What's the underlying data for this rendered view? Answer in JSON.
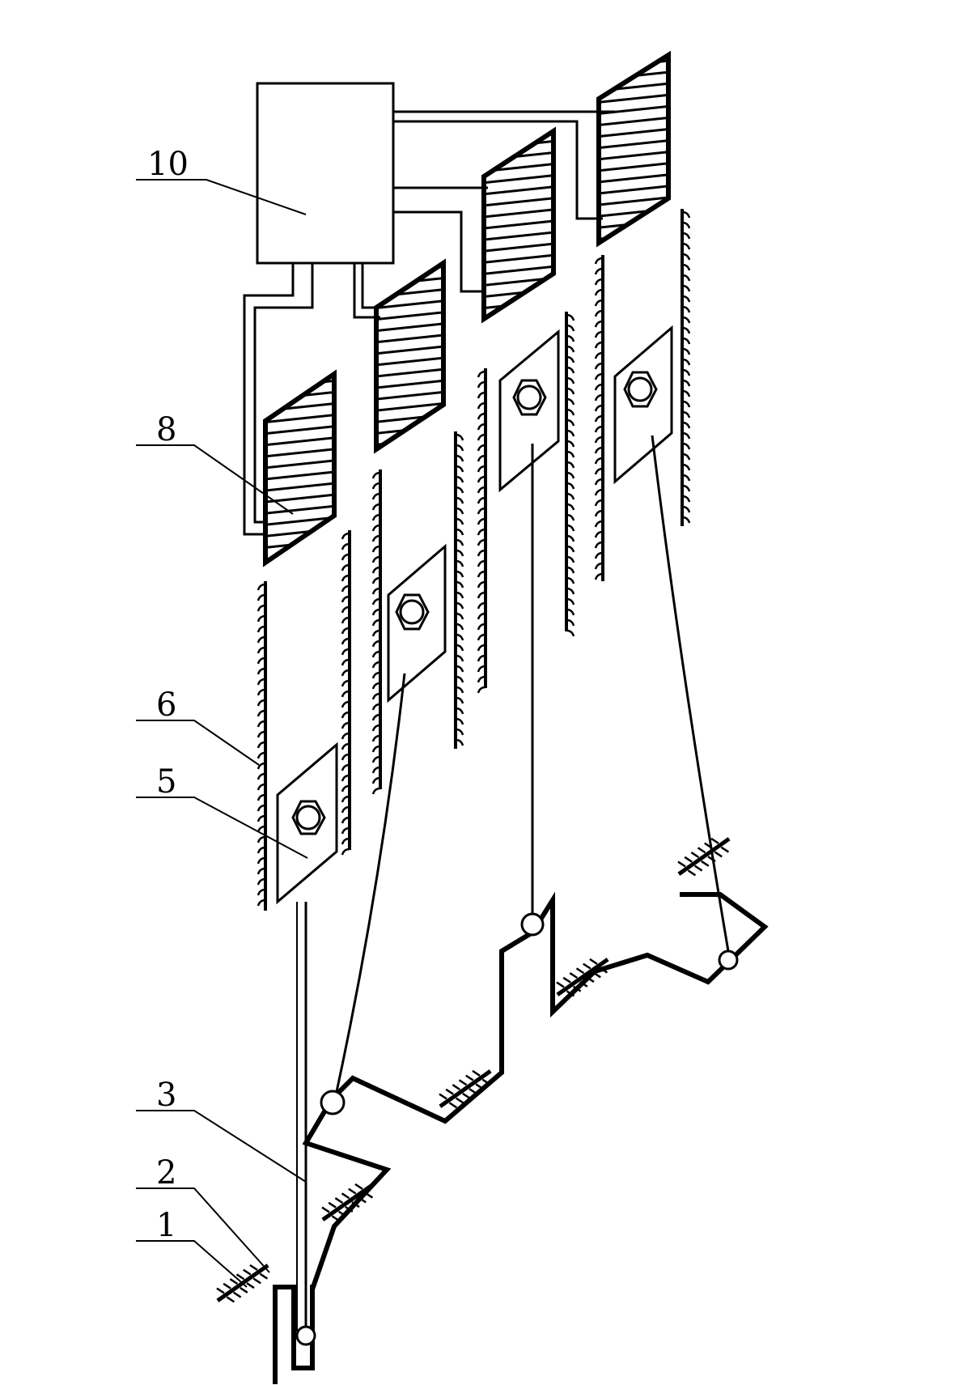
{
  "labels": {
    "l10": "10",
    "l8": "8",
    "l6": "6",
    "l5": "5",
    "l3": "3",
    "l2": "2",
    "l1": "1"
  }
}
